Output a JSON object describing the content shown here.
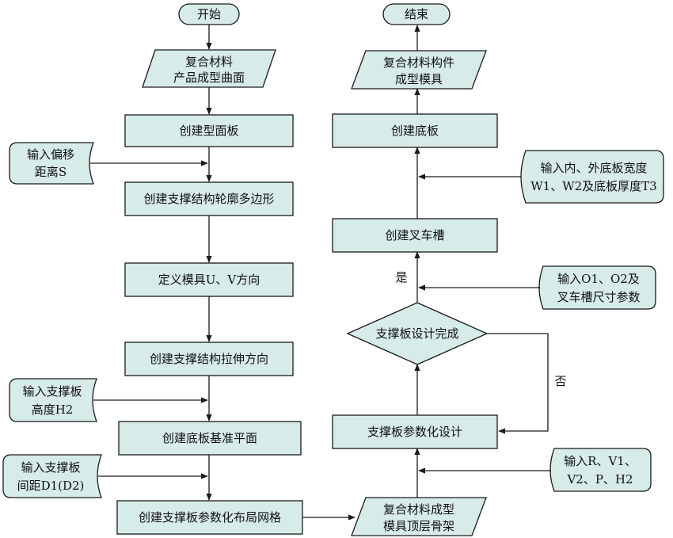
{
  "nodes": {
    "start": "开始",
    "end": "结束",
    "input_surface": [
      "复合材料",
      "产品成型曲面"
    ],
    "create_panel": "创建型面板",
    "input_offset": [
      "输入偏移",
      "距离S"
    ],
    "create_polygon": "创建支撑结构轮廓多边形",
    "define_uv": "定义模具U、V方向",
    "create_stretch": "创建支撑结构拉伸方向",
    "input_height": [
      "输入支撑板",
      "高度H2"
    ],
    "create_base_plane": "创建底板基准平面",
    "input_spacing": [
      "输入支撑板",
      "间距D1(D2)"
    ],
    "create_grid": "创建支撑板参数化布局网格",
    "skeleton": [
      "复合材料成型",
      "模具顶层骨架"
    ],
    "param_design": "支撑板参数化设计",
    "input_params": [
      "输入R、V1、",
      "V2、P、H2"
    ],
    "decision": "支撑板设计完成",
    "yes_label": "是",
    "no_label": "否",
    "input_o": [
      "输入O1、O2及",
      "叉车槽尺寸参数"
    ],
    "create_fork": "创建叉车槽",
    "input_width": [
      "输入内、外底板宽度",
      "W1、W2及底板厚度T3"
    ],
    "create_base": "创建底板",
    "output_mold": [
      "复合材料构件",
      "成型模具"
    ]
  }
}
